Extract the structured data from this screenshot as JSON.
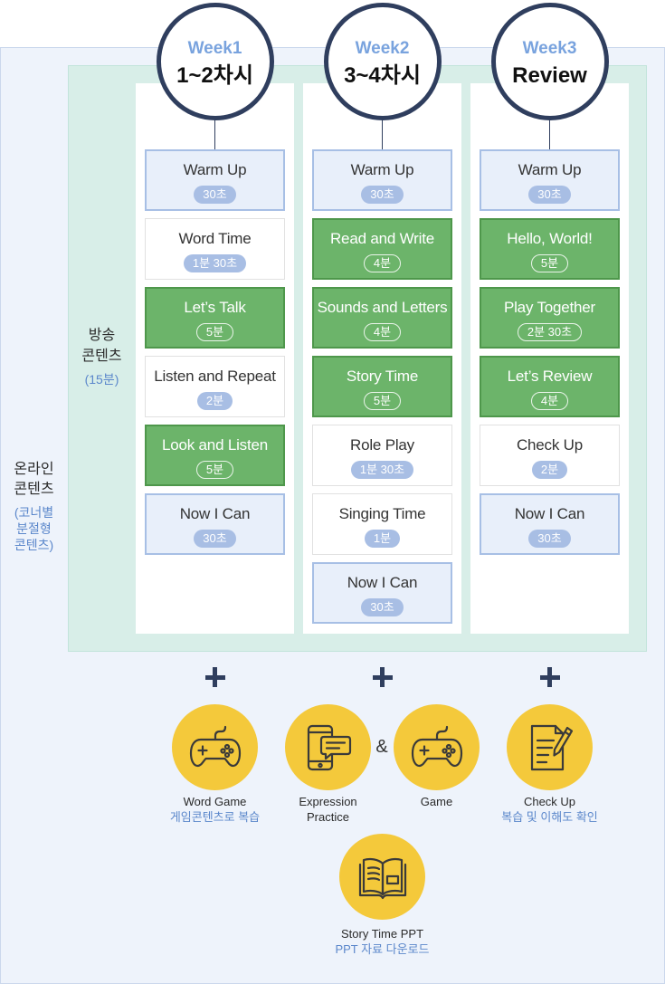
{
  "colors": {
    "navy": "#2f3e5e",
    "week_label": "#79a3de",
    "note_blue": "#5b87cb",
    "outer_panel": "#eef3fb",
    "broadcast_panel": "#d8eee8",
    "blue_card": "#e8effa",
    "blue_card_border": "#a7bfe5",
    "green_card": "#6cb46a",
    "green_card_border": "#4e974b",
    "time_pill": "#a8bee4",
    "yellow": "#f4c93b"
  },
  "online": {
    "title_lines": [
      "온라인",
      "콘텐츠"
    ],
    "note_lines": [
      "(코너별",
      "분절형",
      "콘텐츠)"
    ]
  },
  "broadcast": {
    "title_lines": [
      "방송",
      "콘텐츠"
    ],
    "note": "(15분)"
  },
  "weeks": [
    {
      "week": "Week1",
      "session": "1~2차시",
      "cards": [
        {
          "title": "Warm Up",
          "time": "30초",
          "variant": "blue"
        },
        {
          "title": "Word Time",
          "time": "1분 30초",
          "variant": "white"
        },
        {
          "title": "Let’s Talk",
          "time": "5분",
          "variant": "green"
        },
        {
          "title": "Listen and Repeat",
          "time": "2분",
          "variant": "white"
        },
        {
          "title": "Look and Listen",
          "time": "5분",
          "variant": "green"
        },
        {
          "title": "Now I Can",
          "time": "30초",
          "variant": "blue"
        }
      ]
    },
    {
      "week": "Week2",
      "session": "3~4차시",
      "cards": [
        {
          "title": "Warm Up",
          "time": "30초",
          "variant": "blue"
        },
        {
          "title": "Read and Write",
          "time": "4분",
          "variant": "green"
        },
        {
          "title": "Sounds and Letters",
          "time": "4분",
          "variant": "green"
        },
        {
          "title": "Story Time",
          "time": "5분",
          "variant": "green"
        },
        {
          "title": "Role Play",
          "time": "1분 30초",
          "variant": "white"
        },
        {
          "title": "Singing Time",
          "time": "1분",
          "variant": "white"
        },
        {
          "title": "Now I Can",
          "time": "30초",
          "variant": "blue"
        }
      ]
    },
    {
      "week": "Week3",
      "session": "Review",
      "cards": [
        {
          "title": "Warm Up",
          "time": "30초",
          "variant": "blue"
        },
        {
          "title": "Hello, World!",
          "time": "5분",
          "variant": "green"
        },
        {
          "title": "Play Together",
          "time": "2분 30초",
          "variant": "green"
        },
        {
          "title": "Let’s Review",
          "time": "4분",
          "variant": "green"
        },
        {
          "title": "Check Up",
          "time": "2분",
          "variant": "white"
        },
        {
          "title": "Now I Can",
          "time": "30초",
          "variant": "blue"
        }
      ]
    }
  ],
  "extras": {
    "add_icon": "plus-icon",
    "connector": "&",
    "items": [
      {
        "icon": "gamepad-icon",
        "label_lines": [
          "Word Game"
        ],
        "note": "게임콘텐츠로 복습"
      },
      {
        "icon": "phone-chat-icon",
        "label_lines": [
          "Expression",
          "Practice"
        ]
      },
      {
        "icon": "gamepad-icon",
        "label_lines": [
          "Game"
        ]
      },
      {
        "icon": "checklist-pen-icon",
        "label_lines": [
          "Check Up"
        ],
        "note": "복습 및 이해도 확인"
      },
      {
        "icon": "open-book-icon",
        "label_lines": [
          "Story Time PPT"
        ],
        "note": "PPT 자료 다운로드"
      }
    ]
  }
}
